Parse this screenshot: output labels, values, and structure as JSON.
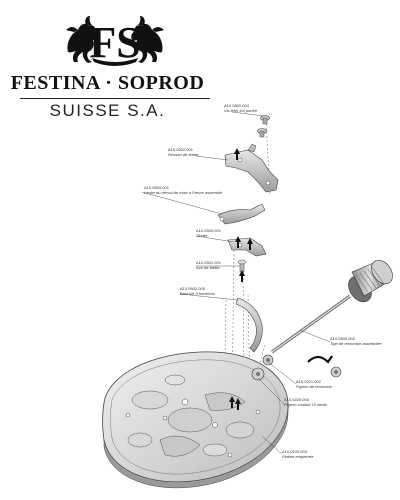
{
  "logo": {
    "monogram": "FS",
    "brand_name": "FESTINA · SOPROD",
    "company": "SUISSE S.A."
  },
  "parts": [
    {
      "ref": "A10.0800.004",
      "name": "Vis lêtei 1/4 portée"
    },
    {
      "ref": "A10.0502.001",
      "name": "Ressort de tirette"
    },
    {
      "ref": "A10.0504.001",
      "name": "Levier du renvoi de mise à l'heure assemblé"
    },
    {
      "ref": "A10.0500.001",
      "name": "Tirette"
    },
    {
      "ref": "A10.0501.001",
      "name": "Axe de tirette"
    },
    {
      "ref": "A10.0502.005",
      "name": "Bascule 3 fonctions"
    },
    {
      "ref": "A10.0505.002",
      "name": "Tige de remontoir assemblée"
    },
    {
      "ref": "A10.0221.002",
      "name": "Pignon de remontoir"
    },
    {
      "ref": "A10.0220.003",
      "name": "Pignon coulant 10 dents"
    },
    {
      "ref": "A10.0100.003",
      "name": "Platine empierrée"
    }
  ]
}
